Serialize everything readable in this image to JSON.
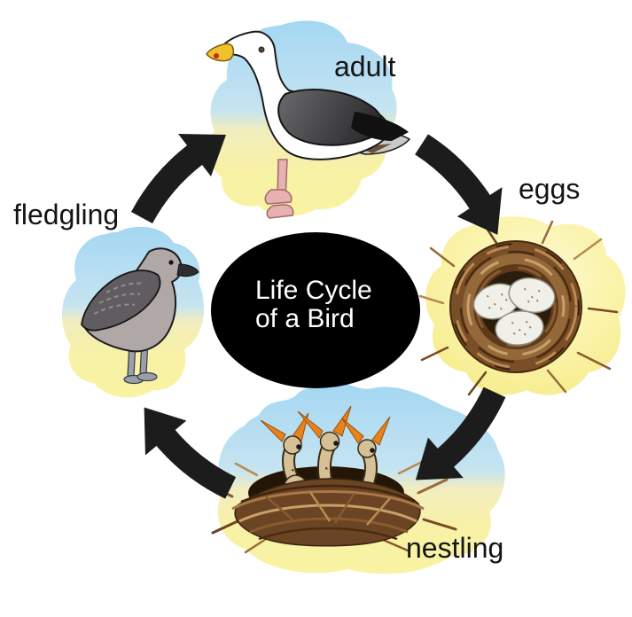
{
  "diagram": {
    "title": "Life Cycle of a Bird",
    "center": {
      "line1": "Life Cycle",
      "line2": "of a Bird"
    },
    "stages": [
      {
        "id": "adult",
        "label": "adult",
        "illustration": "adult gull standing on sand against blue sky"
      },
      {
        "id": "eggs",
        "label": "eggs",
        "illustration": "three speckled eggs in a twig nest, top view"
      },
      {
        "id": "nestling",
        "label": "nestling",
        "illustration": "three chicks with open beaks in a nest"
      },
      {
        "id": "fledgling",
        "label": "fledgling",
        "illustration": "young grey gull standing on sand"
      }
    ],
    "flow": [
      "adult to eggs",
      "eggs to nestling",
      "nestling to fledgling",
      "fledgling to adult"
    ]
  },
  "colors": {
    "background": "#ffffff",
    "center_ellipse": "#000000",
    "center_text": "#ffffff",
    "label_text": "#141414",
    "arrow": "#1c1c1c",
    "sky_blue": "#a4d7f2",
    "sand_yellow": "#f9f2a2",
    "eggs_blob_yellow": "#f8f09a",
    "nest_brown": "#6b4423",
    "nest_dark": "#2b1c0c",
    "egg_shell": "#f1f0e8",
    "chick_tan": "#d6c196",
    "beak_orange": "#e8831c",
    "adult_body_white": "#ffffff",
    "adult_wing_gray": "#4a4a4e",
    "wing_tip_black": "#111111",
    "adult_beak_yellow": "#f1c12d",
    "beak_spot_red": "#c82518",
    "leg_pink": "#e8b0b0",
    "fledgling_body_gray": "#b0a7a7",
    "fledgling_wing_gray": "#615c5f"
  }
}
